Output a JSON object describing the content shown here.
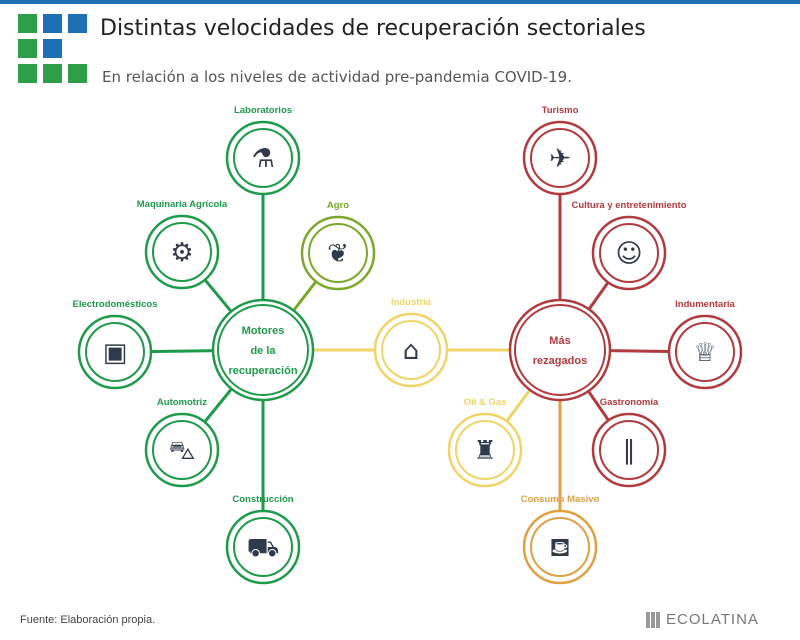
{
  "header": {
    "title": "Distintas velocidades de recuperación sectoriales",
    "subtitle": "En relación a los niveles de actividad pre-pandemia COVID-19."
  },
  "colors": {
    "green": "#1e9a4a",
    "agro": "#7aa82a",
    "yellow": "#efd468",
    "red": "#b13a3f",
    "orange": "#e0a042",
    "blue": "#1f6fb5",
    "icon": "#2f3b4a"
  },
  "hubs": [
    {
      "id": "motores",
      "lines": [
        "Motores",
        "de la",
        "recuperación"
      ],
      "color": "green"
    },
    {
      "id": "rezagados",
      "lines": [
        "Más",
        "rezagados"
      ],
      "color": "red"
    }
  ],
  "sectors": [
    {
      "label": "Laboratorios",
      "icon": "microscope-icon",
      "glyph": "⚗",
      "color": "green",
      "hub": "motores"
    },
    {
      "label": "Maquinaria Agrícola",
      "icon": "tractor-icon",
      "glyph": "⚙",
      "color": "green",
      "hub": "motores"
    },
    {
      "label": "Agro",
      "icon": "wheat-icon",
      "glyph": "❦",
      "color": "agro",
      "hub": "motores"
    },
    {
      "label": "Electrodomésticos",
      "icon": "appliances-icon",
      "glyph": "▣",
      "color": "green",
      "hub": "motores"
    },
    {
      "label": "Automotriz",
      "icon": "car-icon",
      "glyph": "⛍",
      "color": "green",
      "hub": "motores"
    },
    {
      "label": "Construcción",
      "icon": "concrete-mixer-icon",
      "glyph": "⛟",
      "color": "green",
      "hub": "motores"
    },
    {
      "label": "Industria",
      "icon": "factory-icon",
      "glyph": "⌂",
      "color": "yellow",
      "hub": "both"
    },
    {
      "label": "Turismo",
      "icon": "airplane-icon",
      "glyph": "✈",
      "color": "red",
      "hub": "rezagados"
    },
    {
      "label": "Cultura y entretenimiento",
      "icon": "theater-masks-icon",
      "glyph": "☺",
      "color": "red",
      "hub": "rezagados"
    },
    {
      "label": "Indumentaria",
      "icon": "clothing-icon",
      "glyph": "♕",
      "color": "red",
      "hub": "rezagados"
    },
    {
      "label": "Gastronomía",
      "icon": "fork-knife-icon",
      "glyph": "∥",
      "color": "red",
      "hub": "rezagados"
    },
    {
      "label": "Consumo Masivo",
      "icon": "shopping-cart-icon",
      "glyph": "⛾",
      "color": "orange",
      "hub": "rezagados"
    },
    {
      "label": "Oil & Gas",
      "icon": "oil-rig-icon",
      "glyph": "♜",
      "color": "yellow",
      "hub": "rezagados"
    }
  ],
  "footer": {
    "source": "Fuente: Elaboración propia.",
    "brand": "ECOLATINA"
  }
}
